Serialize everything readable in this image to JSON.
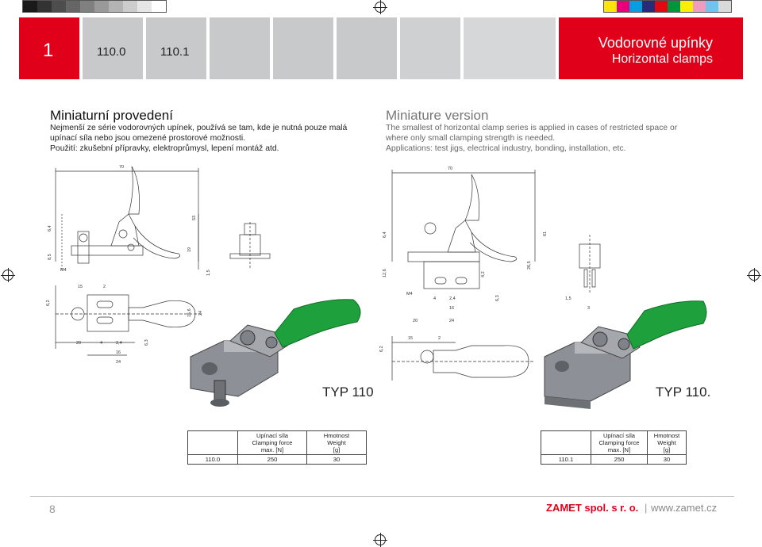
{
  "header": {
    "tabs": [
      {
        "label": "1",
        "active": true
      },
      {
        "label": "110.0"
      },
      {
        "label": "110.1"
      }
    ],
    "title_cz": "Vodorovné upínky",
    "title_en": "Horizontal clamps"
  },
  "intro_cz": {
    "title": "Miniaturní provedení",
    "body": "Nejmenší ze série vodorovných upínek, používá se tam, kde je nutná pouze malá upínací síla nebo jsou omezené prostorové možnosti.",
    "usage": "Použití: zkušební přípravky, elektroprůmysl, lepení montáž atd."
  },
  "intro_en": {
    "title": "Miniature version",
    "body": "The smallest of horizontal clamp series is applied in cases of restricted space or where only small clamping strength is needed.",
    "usage": "Applications: test jigs, electrical industry, bonding, installation, etc."
  },
  "drawings": {
    "left": {
      "type_label": "TYP 110.0",
      "dims": [
        "70",
        "53",
        "19",
        "6,4",
        "8,5",
        "M4",
        "1,5",
        "15",
        "2",
        "6,2",
        "15,6",
        "24",
        "20",
        "4",
        "2,4",
        "16",
        "24",
        "6,3"
      ]
    },
    "right": {
      "type_label": "TYP 110.1",
      "dims": [
        "70",
        "61",
        "26,5",
        "6,4",
        "12,6",
        "4,2",
        "M4",
        "4",
        "2,4",
        "16",
        "20",
        "24",
        "6,3",
        "1,5",
        "3",
        "15",
        "2",
        "6,2"
      ]
    }
  },
  "tables": {
    "header": {
      "force": [
        "Upínací síla",
        "Clamping force",
        "max. [N]"
      ],
      "weight": [
        "Hmotnost",
        "Weight",
        "[g]"
      ]
    },
    "left_row": {
      "type": "110.0",
      "force": "250",
      "weight": "30"
    },
    "right_row": {
      "type": "110.1",
      "force": "250",
      "weight": "30"
    }
  },
  "footer": {
    "page": "8",
    "company": "ZAMET spol. s r. o.",
    "separator": "|",
    "website": "www.zamet.cz"
  },
  "colors": {
    "brand_red": "#e1001a",
    "handle_green": "#1ea13c",
    "metal": "#8d9096"
  }
}
